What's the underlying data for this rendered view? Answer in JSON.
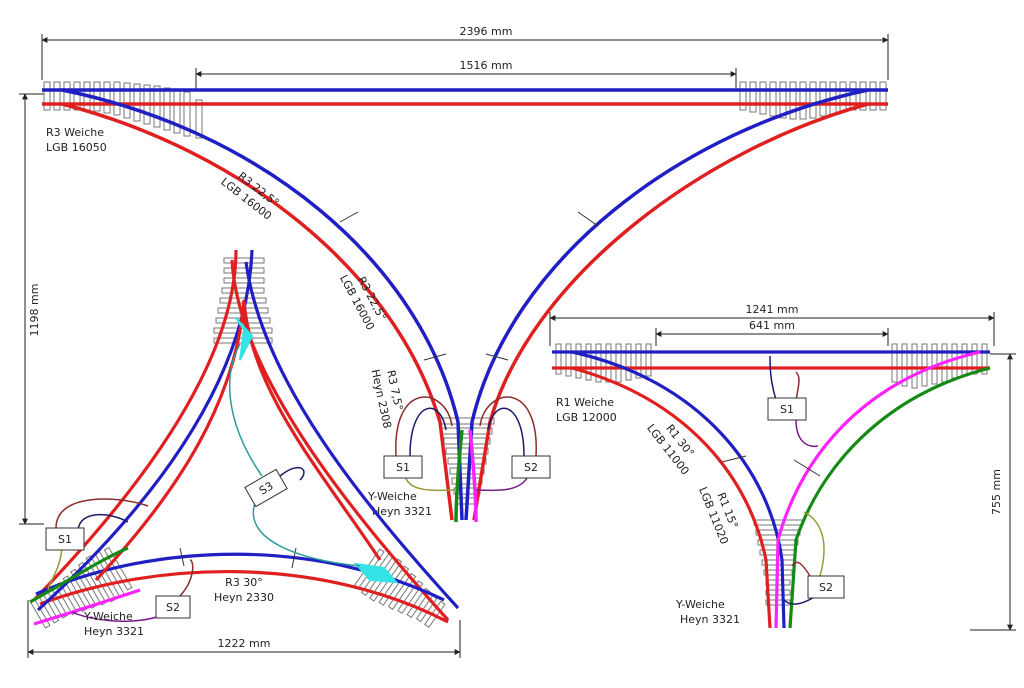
{
  "colors": {
    "blue": "#1f1fc4",
    "red": "#e02020",
    "green": "#138a13",
    "magenta": "#ff22ff",
    "cyan": "#33e3e6",
    "teal": "#2a9a9a",
    "brown": "#8b2e2e",
    "olive": "#9a9a3a",
    "purple": "#7a1a8a",
    "navy": "#1a1a6a"
  },
  "top_layout": {
    "dim_total": "2396 mm",
    "dim_inner": "1516 mm",
    "dim_height": "1198 mm",
    "turnout_label_1": "R3 Weiche",
    "turnout_label_2": "LGB 16050",
    "curve_a_1": "R3 22,5°",
    "curve_a_2": "LGB 16000",
    "curve_b_1": "R3 22,5°",
    "curve_b_2": "LGB 16000",
    "curve_c_1": "R3 7,5°",
    "curve_c_2": "Heyn 2308",
    "y_1": "Y-Weiche",
    "y_2": "Heyn 3321",
    "s1": "S1",
    "s2": "S2"
  },
  "triangle_layout": {
    "dim_width": "1222 mm",
    "curve_1": "R3 30°",
    "curve_2": "Heyn 2330",
    "y_1": "Y-Weiche",
    "y_2": "Heyn 3321",
    "s1": "S1",
    "s2": "S2",
    "s3": "S3"
  },
  "right_layout": {
    "dim_total": "1241 mm",
    "dim_inner": "641 mm",
    "dim_height": "755 mm",
    "turnout_1": "R1 Weiche",
    "turnout_2": "LGB 12000",
    "curve_a_1": "R1 30°",
    "curve_a_2": "LGB 11000",
    "curve_b_1": "R1 15°",
    "curve_b_2": "LGB 11020",
    "y_1": "Y-Weiche",
    "y_2": "Heyn 3321",
    "s1": "S1",
    "s2": "S2"
  }
}
